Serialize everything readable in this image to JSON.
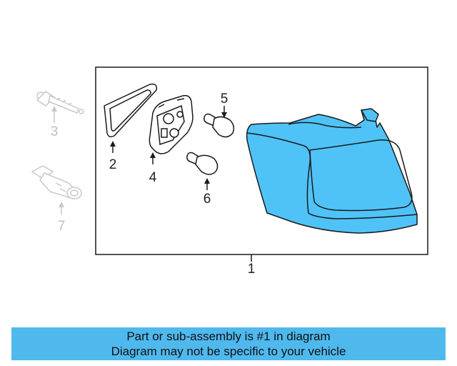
{
  "diagram": {
    "callouts": {
      "main": "1",
      "gasket": "2",
      "bolt": "3",
      "socket_plate": "4",
      "bulb_upper": "5",
      "bulb_lower": "6",
      "ghost_socket": "7"
    },
    "colors": {
      "highlight": "#4fc3f7",
      "outline": "#1a1a1a",
      "ghost": "#c8c8c8"
    }
  },
  "banner": {
    "line1": "Part or sub-assembly is #1 in diagram",
    "line2": "Diagram may not be specific to your vehicle",
    "color": "#4fb9ee"
  }
}
